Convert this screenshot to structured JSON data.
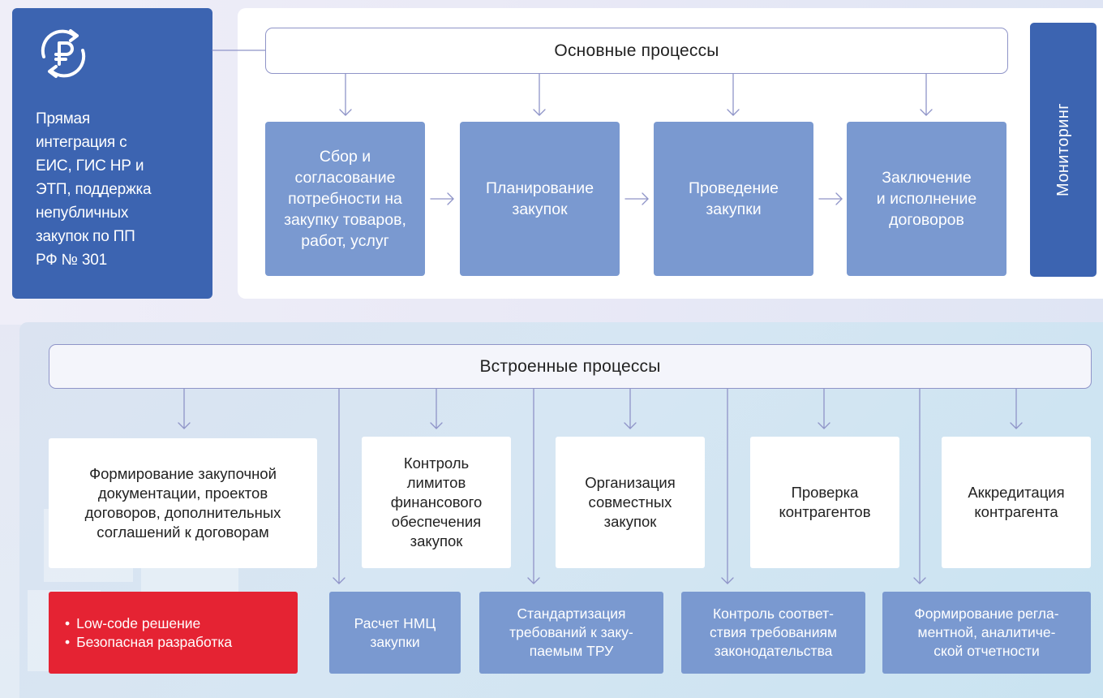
{
  "integration": {
    "icon": "ruble-exchange-icon",
    "lines": [
      "Прямая",
      "интеграция с",
      "ЕИС, ГИС НР и",
      "ЭТП, поддержка",
      "непубличных",
      "закупок по ПП",
      "РФ № 301"
    ]
  },
  "main_processes": {
    "title": "Основные процессы",
    "steps": [
      {
        "lines": [
          "Сбор и",
          "согласование",
          "потребности на",
          "закупку товаров,",
          "работ, услуг"
        ]
      },
      {
        "lines": [
          "Планирование",
          "закупок"
        ]
      },
      {
        "lines": [
          "Проведение",
          "закупки"
        ]
      },
      {
        "lines": [
          "Заключение",
          "и исполнение",
          "договоров"
        ]
      }
    ],
    "side_label": "Мониторинг"
  },
  "embedded_processes": {
    "title": "Встроенные процессы",
    "top_items": [
      {
        "lines": [
          "Формирование закупочной",
          "документации, проектов",
          "договоров, дополнительных",
          "соглашений к договорам"
        ]
      },
      {
        "lines": [
          "Контроль",
          "лимитов",
          "финансового",
          "обеспечения",
          "закупок"
        ]
      },
      {
        "lines": [
          "Организация",
          "совместных",
          "закупок"
        ]
      },
      {
        "lines": [
          "Проверка",
          "контрагентов"
        ]
      },
      {
        "lines": [
          "Аккредитация",
          "контрагента"
        ]
      }
    ],
    "bottom_items": [
      {
        "lines": [
          "Расчет НМЦ",
          "закупки"
        ]
      },
      {
        "lines": [
          "Стандартизация",
          "требований к заку-",
          "паемым ТРУ"
        ]
      },
      {
        "lines": [
          "Контроль соответ-",
          "ствия требованиям",
          "законодательства"
        ]
      },
      {
        "lines": [
          "Формирование регла-",
          "ментной, аналитиче-",
          "ской отчетности"
        ]
      }
    ],
    "highlights": [
      "Low-code решение",
      "Безопасная разработка"
    ]
  },
  "colors": {
    "dark_blue": "#3c64b1",
    "process_blue": "#7a99d0",
    "accent_red": "#e52333",
    "connector": "#8f94c8"
  }
}
